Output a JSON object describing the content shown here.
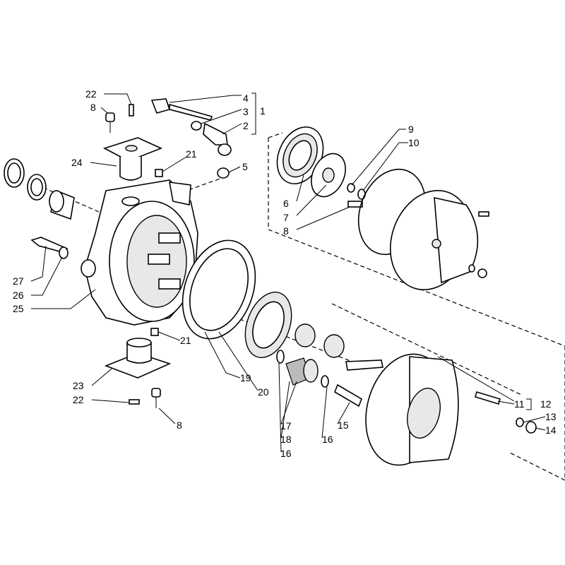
{
  "diagram": {
    "type": "exploded parts diagram",
    "callouts": [
      "22",
      "8",
      "4",
      "3",
      "1",
      "2",
      "24",
      "21",
      "5",
      "9",
      "10",
      "6",
      "7",
      "8",
      "27",
      "26",
      "25",
      "21",
      "19",
      "20",
      "23",
      "22",
      "8",
      "17",
      "18",
      "16",
      "16",
      "15",
      "11",
      "12",
      "13",
      "14"
    ]
  }
}
